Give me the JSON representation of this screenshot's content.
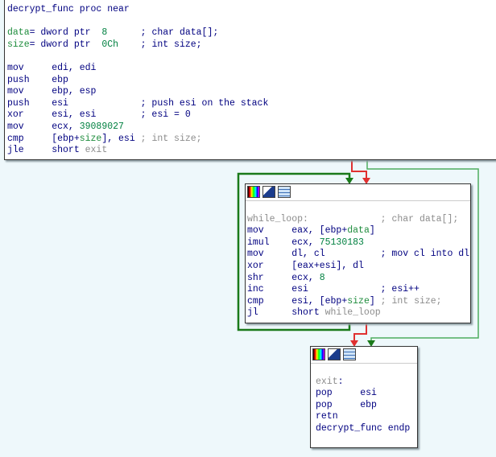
{
  "blocks": [
    {
      "id": "entry",
      "lines": [
        [
          [
            "m",
            "decrypt_func proc near"
          ]
        ],
        [],
        [
          [
            "v",
            "data"
          ],
          [
            "m",
            "= dword ptr  "
          ],
          [
            "n",
            "8"
          ],
          [
            "m",
            "      ; char data[];"
          ]
        ],
        [
          [
            "v",
            "size"
          ],
          [
            "m",
            "= dword ptr  "
          ],
          [
            "n",
            "0Ch"
          ],
          [
            "m",
            "    ; int size;"
          ]
        ],
        [],
        [
          [
            "m",
            "mov     edi, edi"
          ]
        ],
        [
          [
            "m",
            "push    ebp"
          ]
        ],
        [
          [
            "m",
            "mov     ebp, esp"
          ]
        ],
        [
          [
            "m",
            "push    esi             ; push esi on the stack"
          ]
        ],
        [
          [
            "m",
            "xor     esi, esi        ; esi = 0"
          ]
        ],
        [
          [
            "m",
            "mov     ecx, "
          ],
          [
            "n",
            "39089027"
          ]
        ],
        [
          [
            "m",
            "cmp     [ebp+"
          ],
          [
            "v",
            "size"
          ],
          [
            "m",
            "], esi "
          ],
          [
            "g",
            "; int size;"
          ]
        ],
        [
          [
            "m",
            "jle     short "
          ],
          [
            "g",
            "exit"
          ]
        ]
      ]
    },
    {
      "id": "while_loop",
      "lines": [
        [],
        [
          [
            "g",
            "while_loop:"
          ],
          [
            "g",
            "             ; char data[];"
          ]
        ],
        [
          [
            "m",
            "mov     eax, [ebp+"
          ],
          [
            "v",
            "data"
          ],
          [
            "m",
            "]"
          ]
        ],
        [
          [
            "m",
            "imul    ecx, "
          ],
          [
            "n",
            "75130183"
          ]
        ],
        [
          [
            "m",
            "mov     dl, cl          ; mov cl into dl"
          ]
        ],
        [
          [
            "m",
            "xor     [eax+esi], dl"
          ]
        ],
        [
          [
            "m",
            "shr     ecx, "
          ],
          [
            "n",
            "8"
          ]
        ],
        [
          [
            "m",
            "inc     esi             ; esi++"
          ]
        ],
        [
          [
            "m",
            "cmp     esi, [ebp+"
          ],
          [
            "v",
            "size"
          ],
          [
            "m",
            "] "
          ],
          [
            "g",
            "; int size;"
          ]
        ],
        [
          [
            "m",
            "jl      short "
          ],
          [
            "g",
            "while_loop"
          ]
        ]
      ]
    },
    {
      "id": "exit",
      "lines": [
        [],
        [
          [
            "g",
            "exit"
          ],
          [
            "m",
            ":"
          ]
        ],
        [
          [
            "m",
            "pop     esi"
          ]
        ],
        [
          [
            "m",
            "pop     ebp"
          ]
        ],
        [
          [
            "m",
            "retn"
          ]
        ],
        [
          [
            "m",
            "decrypt_func endp"
          ]
        ]
      ]
    }
  ],
  "colors": {
    "true_edge": "#1a7a1a",
    "false_edge": "#e03030",
    "background": "#eef8fb"
  }
}
